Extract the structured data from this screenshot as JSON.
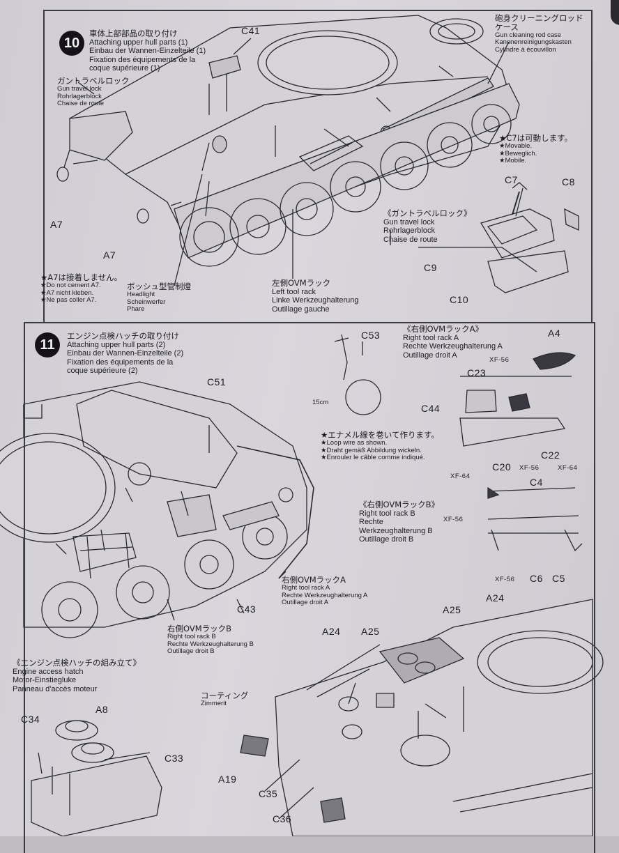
{
  "step10": {
    "number": "10",
    "title": [
      "車体上部部品の取り付け",
      "Attaching upper hull parts (1)",
      "Einbau der Wannen-Einzelteile (1)",
      "Fixation des équipements de la",
      "coque supérieure (1)"
    ],
    "gun_cleaning": [
      "砲身クリーニングロッド",
      "ケース",
      "Gun cleaning rod case",
      "Kanonenreinigungskasten",
      "Cylindre à écouvillon"
    ],
    "gun_travel_lock_left": [
      "ガントラベルロック",
      "Gun travel lock",
      "Rohrlagerblock",
      "Chaise de route"
    ],
    "movable_note": [
      "★C7は可動します。",
      "★Movable.",
      "★Beweglich.",
      "★Mobile."
    ],
    "gun_travel_lock_detail": [
      "《ガントラベルロック》",
      "Gun travel lock",
      "Rohrlagerblock",
      "Chaise de route"
    ],
    "a7_note": [
      "★A7は接着しません。",
      "★Do not cement A7.",
      "★A7 nicht kleben.",
      "★Ne pas coller A7."
    ],
    "headlight": [
      "ボッシュ型管制燈",
      "Headlight",
      "Scheinwerfer",
      "Phare"
    ],
    "left_tool_rack": [
      "左側OVMラック",
      "Left tool rack",
      "Linke Werkzeughalterung",
      "Outillage gauche"
    ],
    "labels": {
      "c41": "C41",
      "a7_upper": "A7",
      "a7_lower": "A7",
      "c7": "C7",
      "c8": "C8",
      "c9": "C9",
      "c10": "C10"
    }
  },
  "step11": {
    "number": "11",
    "title": [
      "エンジン点検ハッチの取り付け",
      "Attaching upper hull parts (2)",
      "Einbau der Wannen-Einzelteile (2)",
      "Fixation des équipements de la",
      "coque supérieure (2)"
    ],
    "loop_note": [
      "★エナメル線を巻いて作ります。",
      "★Loop wire as shown.",
      "★Draht gemäß Abbildung wickeln.",
      "★Enrouler le câble comme indiqué."
    ],
    "right_rack_a_detail": [
      "《右側OVMラックA》",
      "Right tool rack A",
      "Rechte Werkzeughalterung A",
      "Outillage droit A"
    ],
    "right_rack_b_detail": [
      "《右側OVMラックB》",
      "Right tool rack B",
      "Rechte",
      "Werkzeughalterung B",
      "Outillage droit B"
    ],
    "right_rack_a_callout": [
      "右側OVMラックA",
      "Right tool rack A",
      "Rechte Werkzeughalterung A",
      "Outillage droit A"
    ],
    "right_rack_b_callout": [
      "右側OVMラックB",
      "Right tool rack B",
      "Rechte Werkzeughalterung B",
      "Outillage droit B"
    ],
    "engine_hatch": [
      "《エンジン点検ハッチの組み立て》",
      "Engine access hatch",
      "Motor-Einstiegluke",
      "Panneau d'accès moteur"
    ],
    "zimmerit": [
      "コーティング",
      "Zimmerit"
    ],
    "wire_length": "15cm",
    "labels": {
      "c53": "C53",
      "a4": "A4",
      "c51": "C51",
      "c23": "C23",
      "c44": "C44",
      "xf56_a": "XF-56",
      "xf56_b": "XF-56",
      "xf56_c": "XF-56",
      "xf56_d": "XF-56",
      "xf64_a": "XF-64",
      "xf64_b": "XF-64",
      "c20": "C20",
      "c22": "C22",
      "c4": "C4",
      "c6": "C6",
      "c5": "C5",
      "c43": "C43",
      "a24_right": "A24",
      "a24_left": "A24",
      "a25_left": "A25",
      "a25_right": "A25",
      "a8": "A8",
      "c34": "C34",
      "c33": "C33",
      "a19": "A19",
      "c35": "C35",
      "c36": "C36"
    }
  }
}
